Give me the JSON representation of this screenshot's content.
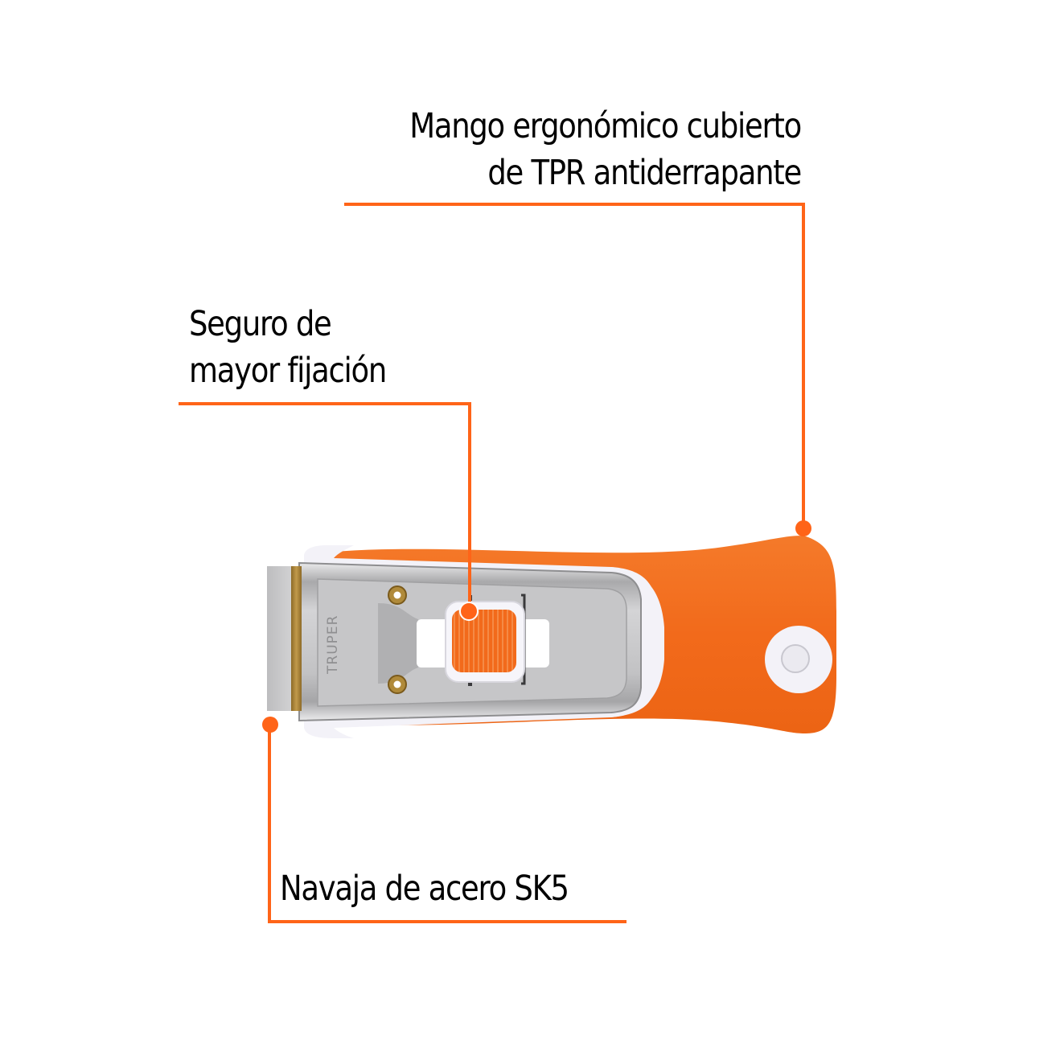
{
  "callouts": [
    {
      "id": "handle",
      "lines": [
        "Mango ergonómico cubierto",
        "de TPR antiderrapante"
      ]
    },
    {
      "id": "lock",
      "lines": [
        "Seguro de",
        "mayor fijación"
      ]
    },
    {
      "id": "blade",
      "lines": [
        "Navaja de acero SK5"
      ]
    }
  ],
  "product": {
    "brand_mark": "TRUPER",
    "type": "scraper"
  },
  "colors": {
    "accent": "#ff6418",
    "handle_orange": "#f26a1b",
    "white_trim": "#f3f2f8",
    "steel": "#c4c4c6",
    "brass": "#b38a3c",
    "text": "#000000"
  }
}
